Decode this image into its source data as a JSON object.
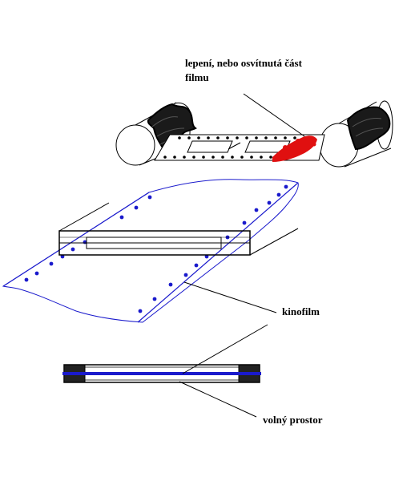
{
  "labels": {
    "top_line1": "lepení, nebo osvítnutá část",
    "top_line2": "filmu",
    "kinofilm": "kinofilm",
    "volny_prostor": "volný prostor"
  },
  "colors": {
    "film_perforation": "#1a1acc",
    "splice_mark": "#e01010",
    "ink": "#000000",
    "background": "#ffffff"
  }
}
